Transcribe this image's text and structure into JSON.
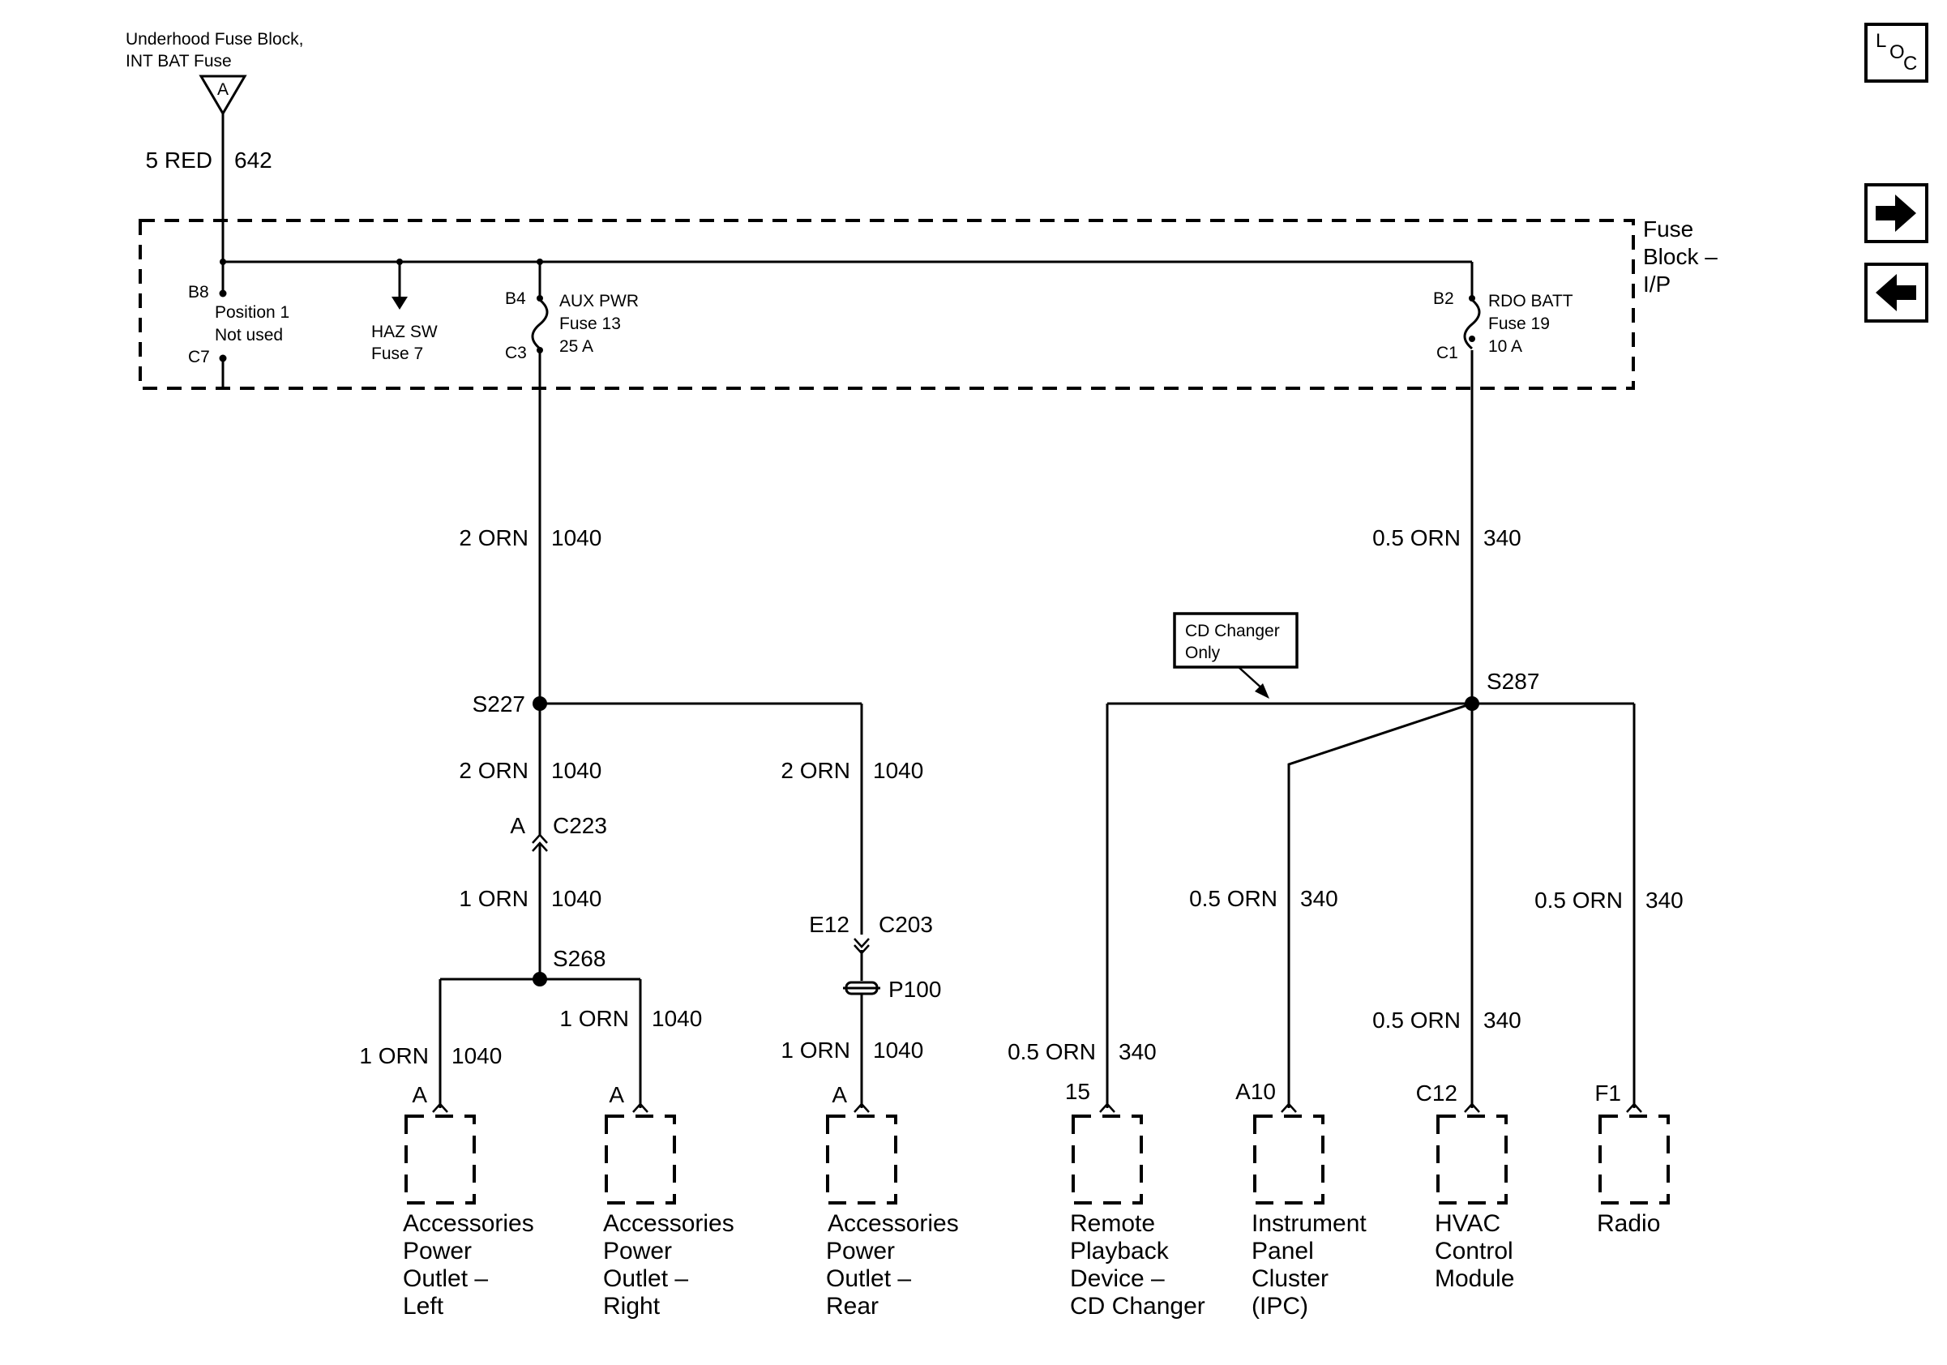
{
  "source": {
    "line1": "Underhood Fuse Block,",
    "line2": "INT BAT Fuse",
    "connector": "A",
    "wire_size_color": "5 RED",
    "circuit": "642"
  },
  "fuse_block": {
    "title_line1": "Fuse",
    "title_line2": "Block –",
    "title_line3": "I/P",
    "position1": {
      "pin_top": "B8",
      "pin_bottom": "C7",
      "label_line1": "Position 1",
      "label_line2": "Not used"
    },
    "haz_sw": {
      "label_line1": "HAZ SW",
      "label_line2": "Fuse 7"
    },
    "aux_pwr": {
      "pin_top": "B4",
      "pin_bottom": "C3",
      "label_line1": "AUX PWR",
      "label_line2": "Fuse 13",
      "label_line3": "25 A"
    },
    "rdo_batt": {
      "pin_top": "B2",
      "pin_bottom": "C1",
      "label_line1": "RDO BATT",
      "label_line2": "Fuse 19",
      "label_line3": "10 A"
    }
  },
  "wires": {
    "aux_main": {
      "size_color": "2 ORN",
      "circuit": "1040"
    },
    "rdo_main": {
      "size_color": "0.5 ORN",
      "circuit": "340"
    },
    "s227_down": {
      "size_color": "2 ORN",
      "circuit": "1040"
    },
    "s227_right": {
      "size_color": "2 ORN",
      "circuit": "1040"
    },
    "c223_down": {
      "size_color": "1 ORN",
      "circuit": "1040"
    },
    "outlet_left": {
      "size_color": "1 ORN",
      "circuit": "1040"
    },
    "outlet_right": {
      "size_color": "1 ORN",
      "circuit": "1040"
    },
    "outlet_rear": {
      "size_color": "1 ORN",
      "circuit": "1040"
    },
    "remote": {
      "size_color": "0.5 ORN",
      "circuit": "340"
    },
    "ipc": {
      "size_color": "0.5 ORN",
      "circuit": "340"
    },
    "hvac": {
      "size_color": "0.5 ORN",
      "circuit": "340"
    },
    "radio": {
      "size_color": "0.5 ORN",
      "circuit": "340"
    }
  },
  "splices": {
    "s227": "S227",
    "s268": "S268",
    "s287": "S287"
  },
  "connectors": {
    "c223": {
      "pin": "A",
      "name": "C223"
    },
    "c203": {
      "pin": "E12",
      "name": "C203"
    },
    "p100": "P100"
  },
  "note": {
    "line1": "CD Changer",
    "line2": "Only"
  },
  "components": {
    "outlet_left": {
      "pin": "A",
      "line1": "Accessories",
      "line2": "Power",
      "line3": "Outlet –",
      "line4": "Left"
    },
    "outlet_right": {
      "pin": "A",
      "line1": "Accessories",
      "line2": "Power",
      "line3": "Outlet –",
      "line4": "Right"
    },
    "outlet_rear": {
      "pin": "A",
      "line1": "Accessories",
      "line2": "Power",
      "line3": "Outlet –",
      "line4": "Rear"
    },
    "remote": {
      "pin": "15",
      "line1": "Remote",
      "line2": "Playback",
      "line3": "Device –",
      "line4": "CD Changer"
    },
    "ipc": {
      "pin": "A10",
      "line1": "Instrument",
      "line2": "Panel",
      "line3": "Cluster",
      "line4": "(IPC)"
    },
    "hvac": {
      "pin": "C12",
      "line1": "HVAC",
      "line2": "Control",
      "line3": "Module"
    },
    "radio": {
      "pin": "F1",
      "line1": "Radio"
    }
  },
  "nav": {
    "loc_main": "L",
    "loc_sub1": "O",
    "loc_sub2": "C",
    "forward_icon": "arrow-right-icon",
    "back_icon": "arrow-left-icon"
  }
}
